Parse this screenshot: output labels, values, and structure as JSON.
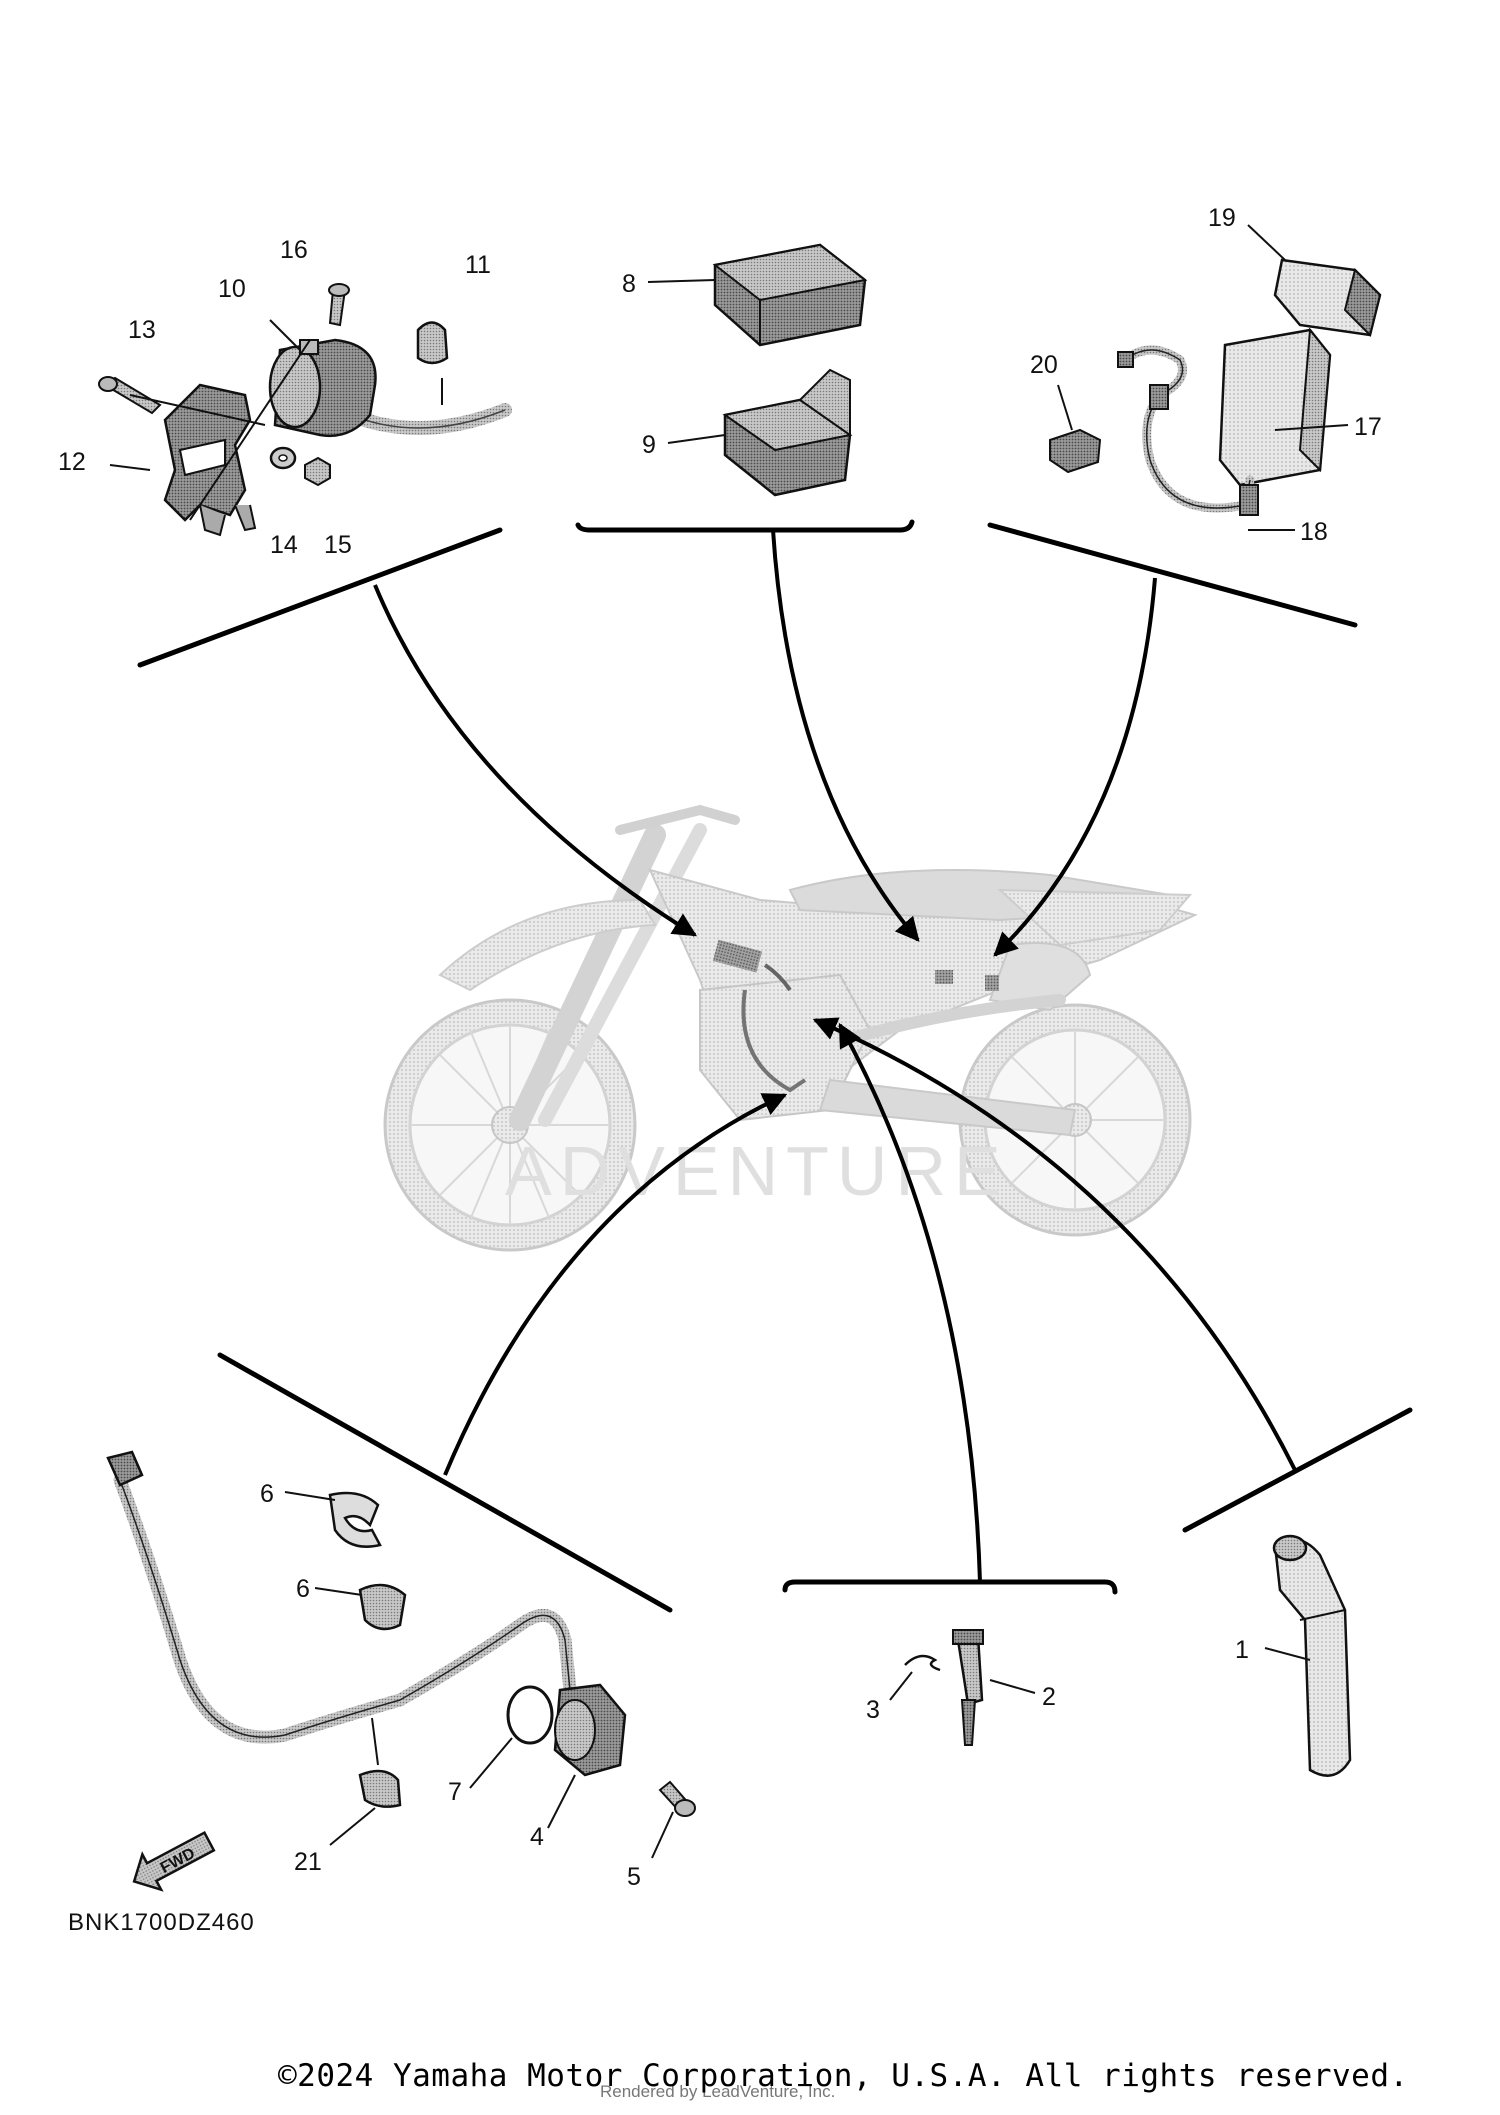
{
  "diagram": {
    "reference_code": "BNK1700DZ460",
    "watermark": "ADVENTURE",
    "fwd_label": "FWD",
    "copyright": "©2024 Yamaha Motor Corporation, U.S.A. All rights reserved.",
    "rendered_by": "Rendered by LeadVenture, Inc."
  },
  "callouts": {
    "c1": "1",
    "c2": "2",
    "c3": "3",
    "c4": "4",
    "c5": "5",
    "c6a": "6",
    "c6b": "6",
    "c7": "7",
    "c8": "8",
    "c9": "9",
    "c10": "10",
    "c11": "11",
    "c12": "12",
    "c13": "13",
    "c14": "14",
    "c15": "15",
    "c16": "16",
    "c17": "17",
    "c18": "18",
    "c19": "19",
    "c20": "20",
    "c21": "21"
  }
}
